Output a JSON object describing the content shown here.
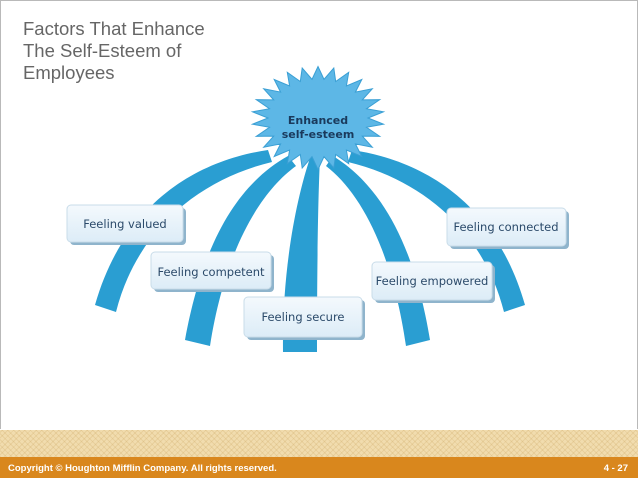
{
  "slide": {
    "title_lines": [
      "Factors That Enhance",
      "The Self-Esteem of",
      "Employees"
    ]
  },
  "diagram": {
    "center": {
      "lines": [
        "Enhanced",
        "self-esteem"
      ]
    },
    "factors": [
      "Feeling valued",
      "Feeling competent",
      "Feeling secure",
      "Feeling empowered",
      "Feeling connected"
    ],
    "colors": {
      "burst": "#5db7e6",
      "arc": "#2a9ed2",
      "box_fill": "#e8f3fb",
      "box_shadow": "#8fb4cc",
      "text": "#2b4a6a"
    }
  },
  "footer": {
    "copyright": "Copyright © Houghton Mifflin Company. All rights reserved.",
    "page": "4 - 27"
  }
}
